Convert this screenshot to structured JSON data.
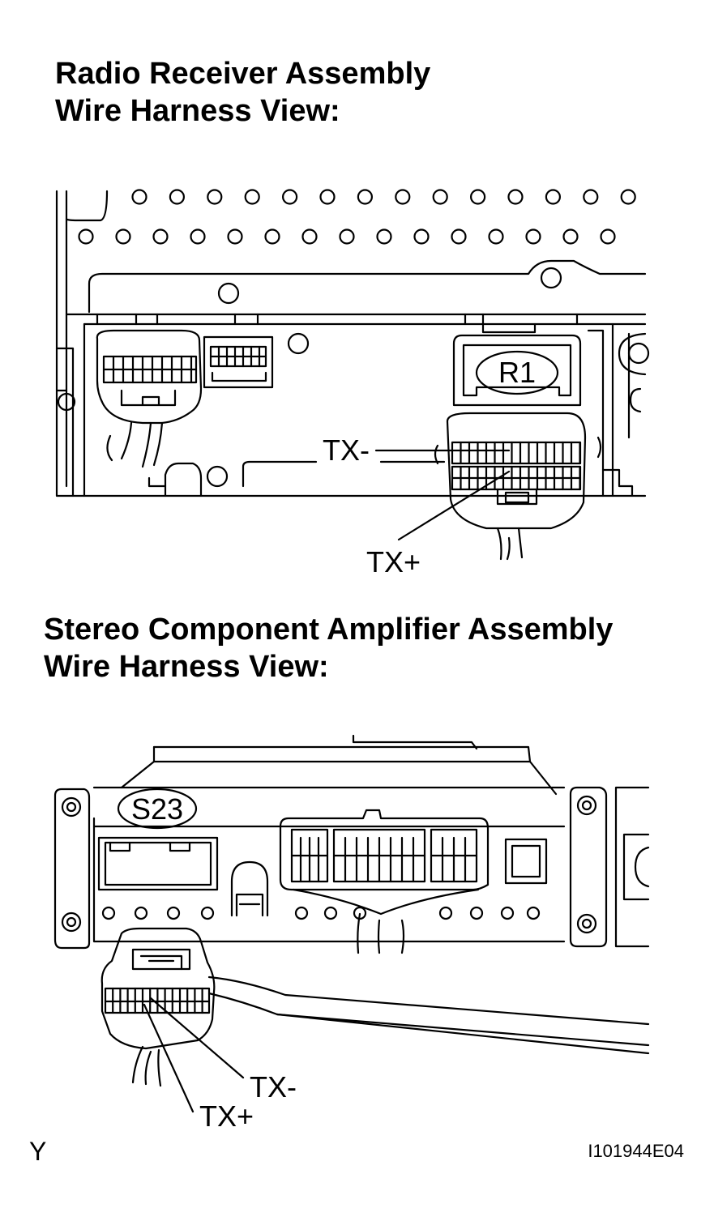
{
  "section1": {
    "title_line1": "Radio Receiver Assembly",
    "title_line2": "Wire Harness View:",
    "connector_id": "R1",
    "callout_minus": "TX-",
    "callout_plus": "TX+"
  },
  "section2": {
    "title_line1": "Stereo Component Amplifier Assembly",
    "title_line2": "Wire Harness View:",
    "connector_id": "S23",
    "callout_minus": "TX-",
    "callout_plus": "TX+"
  },
  "footer": {
    "corner_letter": "Y",
    "figure_code": "I101944E04"
  }
}
